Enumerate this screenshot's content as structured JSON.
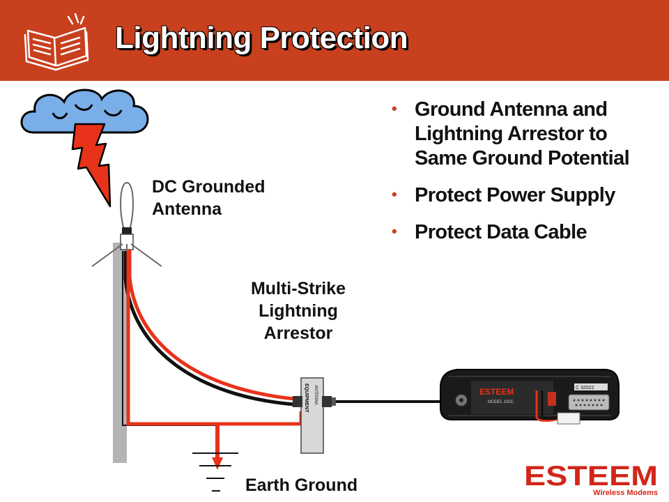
{
  "header": {
    "title": "Lightning Protection"
  },
  "bullets": [
    "Ground Antenna and Lightning Arrestor to Same Ground Potential",
    "Protect Power Supply",
    "Protect Data Cable"
  ],
  "labels": {
    "antenna": "DC Grounded Antenna",
    "arrestor": "Multi-Strike Lightning Arrestor",
    "earth_ground": "Earth Ground"
  },
  "modem": {
    "brand": "ESTEEM",
    "model": "MODEL 192C",
    "serial": "C 32022"
  },
  "arrestor_text": {
    "equipment": "EQUIPMENT",
    "antenna": "ANTENNA"
  },
  "logo": {
    "brand": "ESTEEM",
    "tagline": "Wireless Modems"
  },
  "colors": {
    "header": "#c8401e",
    "bullet": "#c8401e",
    "cable_red": "#e8321a",
    "cloud": "#79aee8",
    "bolt": "#e8321a"
  },
  "icons": [
    "book-icon",
    "cloud-icon",
    "lightning-bolt-icon"
  ]
}
